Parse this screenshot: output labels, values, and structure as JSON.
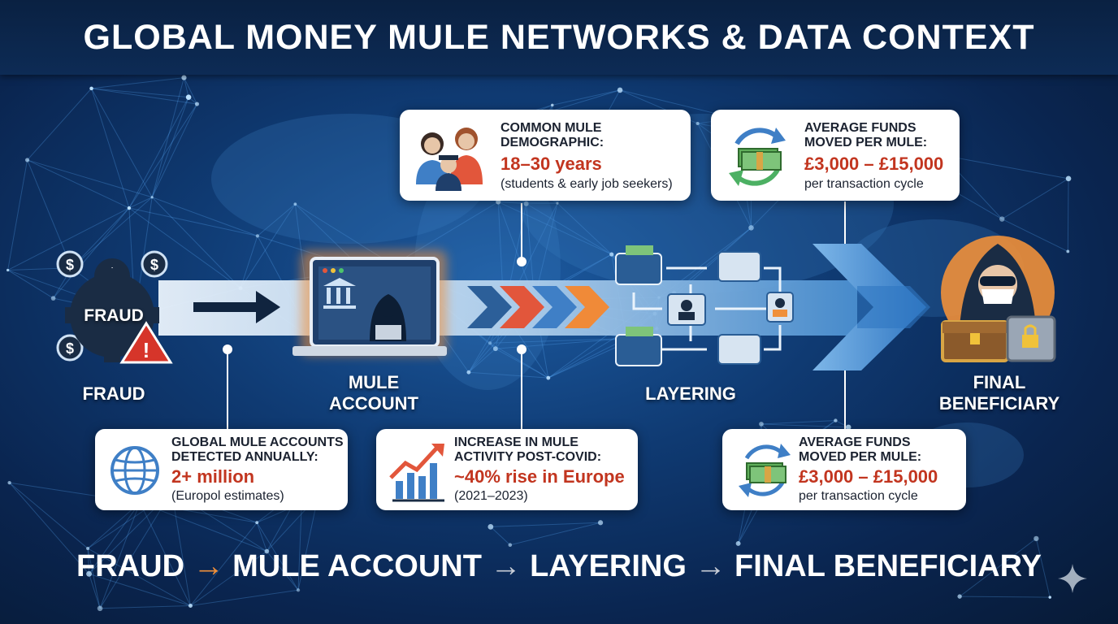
{
  "title": "GLOBAL MONEY MULE NETWORKS & DATA CONTEXT",
  "stages": {
    "fraud": "FRAUD",
    "fraud_icon_label": "FRAUD",
    "mule_line1": "MULE",
    "mule_line2": "ACCOUNT",
    "layering": "LAYERING",
    "final_line1": "FINAL",
    "final_line2": "BENEFICIARY"
  },
  "cards": {
    "demographic": {
      "heading_line1": "COMMON MULE",
      "heading_line2": "DEMOGRAPHIC:",
      "value": "18–30 years",
      "note": "(students & early job seekers)"
    },
    "funds_top": {
      "heading_line1": "AVERAGE FUNDS",
      "heading_line2": "MOVED PER MULE:",
      "value": "£3,000 – £15,000",
      "note": "per transaction cycle"
    },
    "global_accounts": {
      "heading_line1": "GLOBAL MULE ACCOUNTS",
      "heading_line2": "DETECTED ANNUALLY:",
      "value": "2+ million",
      "note": "(Europol estimates)"
    },
    "increase": {
      "heading_line1": "INCREASE IN MULE",
      "heading_line2": "ACTIVITY POST-COVID:",
      "value": "~40% rise in Europe",
      "note": "(2021–2023)"
    },
    "funds_bottom": {
      "heading_line1": "AVERAGE FUNDS",
      "heading_line2": "MOVED PER MULE:",
      "value": "£3,000 – £15,000",
      "note": "per transaction cycle"
    }
  },
  "bottom_flow": {
    "step1": "FRAUD",
    "step2": "MULE ACCOUNT",
    "step3": "LAYERING",
    "step4": "FINAL BENEFICIARY",
    "arrow": "→"
  },
  "colors": {
    "accent_red": "#c2351f",
    "accent_orange": "#f0903a",
    "flow_blue": "#4a8fd0",
    "title_bg": "#0a2142"
  },
  "icons": [
    "dollar-gear-icon",
    "warning-icon",
    "laptop-hacker-icon",
    "chevron-arrows-icon",
    "wallet-icon",
    "person-card-icon",
    "hooded-figure-icon",
    "treasure-chest-icon",
    "safe-icon",
    "people-icon",
    "cash-cycle-icon",
    "globe-icon",
    "trend-chart-icon",
    "sparkle-icon"
  ]
}
